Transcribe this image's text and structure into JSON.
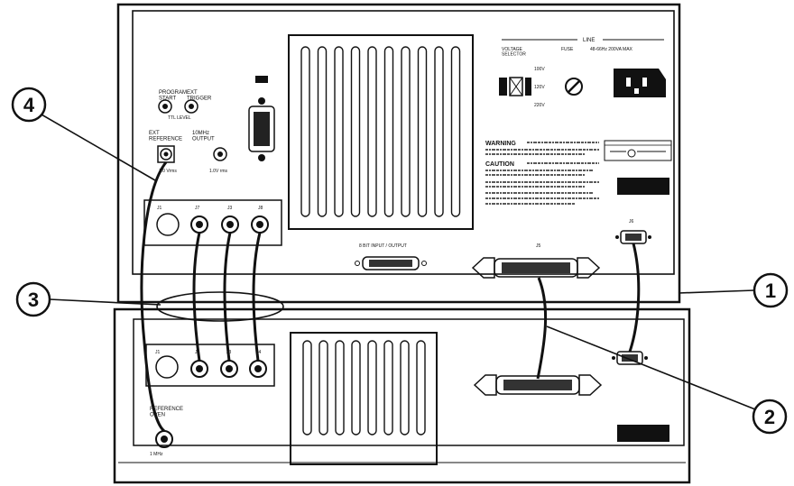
{
  "callouts": {
    "c1": "1",
    "c2": "2",
    "c3": "3",
    "c4": "4"
  },
  "upper_unit": {
    "program_start": "PROGRAM\nSTART",
    "ext_trigger": "EXT\nTRIGGER",
    "ext_reference": "EXT\nREFERENCE",
    "10mhz_output": "10MHz\nOUTPUT",
    "bnc_row": [
      "J1",
      "J7",
      "J3",
      "J8"
    ],
    "bit_io": "8 BIT INPUT / OUTPUT",
    "j5": "J5",
    "j6": "J6",
    "line": "LINE",
    "voltage_selector": "VOLTAGE\nSELECTOR",
    "fuse": "FUSE",
    "line_rating": "48-66Hz 200VA MAX",
    "warning": "WARNING",
    "caution": "CAUTION"
  },
  "lower_unit": {
    "bnc_row": [
      "J1",
      "J2",
      "J3",
      "J4"
    ],
    "reference_oven": "REFERENCE\nOVEN"
  }
}
